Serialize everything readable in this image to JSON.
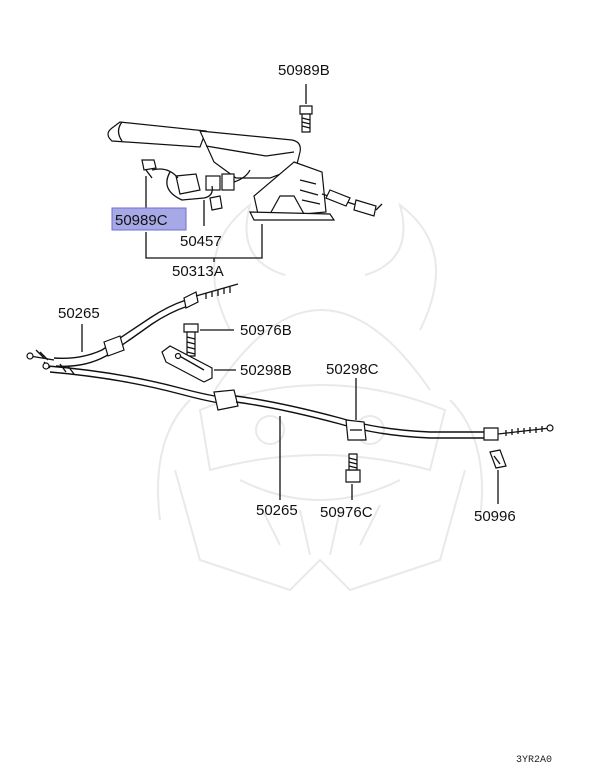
{
  "diagram": {
    "highlight_color": "#a7a8e6",
    "callouts": {
      "c50989b": "50989B",
      "c50989c": "50989C",
      "c50457": "50457",
      "c50313a": "50313A",
      "c50265_top": "50265",
      "c50976b": "50976B",
      "c50298b": "50298B",
      "c50298c": "50298C",
      "c50265_bottom": "50265",
      "c50976c": "50976C",
      "c50996": "50996"
    },
    "highlighted_callout": "50989C",
    "figure_code": "3YR2A0"
  }
}
